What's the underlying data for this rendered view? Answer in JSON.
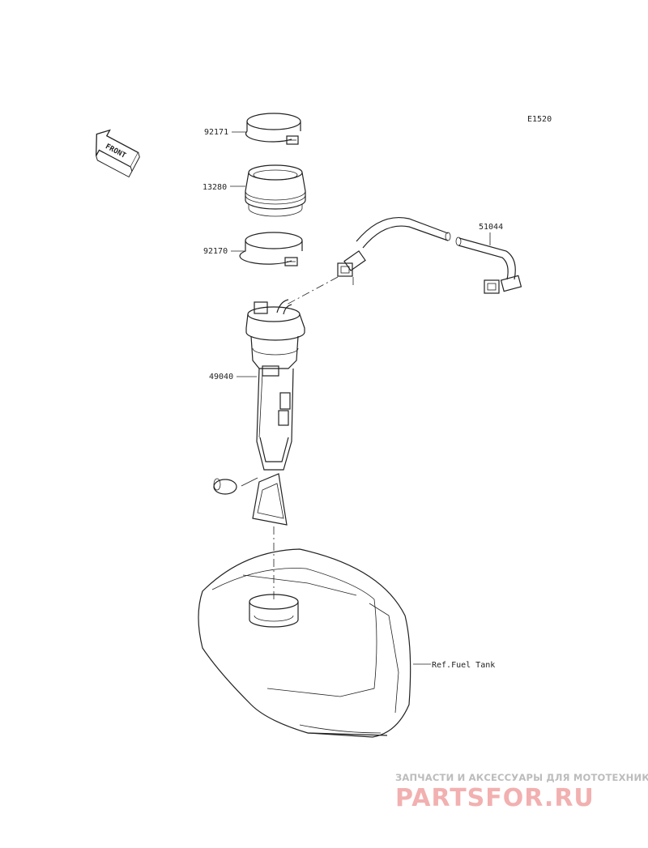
{
  "diagram_code": "E1520",
  "front_label": "FRONT",
  "parts": [
    {
      "number": "92171",
      "desc": "clamp"
    },
    {
      "number": "13280",
      "desc": "gasket"
    },
    {
      "number": "92170",
      "desc": "clamp"
    },
    {
      "number": "49040",
      "desc": "fuel pump"
    },
    {
      "number": "51044",
      "desc": "hose"
    }
  ],
  "reference": "Ref.Fuel Tank",
  "watermark": {
    "tagline": "ЗАПЧАСТИ И АКСЕССУАРЫ ДЛЯ МОТОТЕХНИКИ",
    "brand": "PARTSFOR.RU",
    "color": "#f2b0b0"
  }
}
